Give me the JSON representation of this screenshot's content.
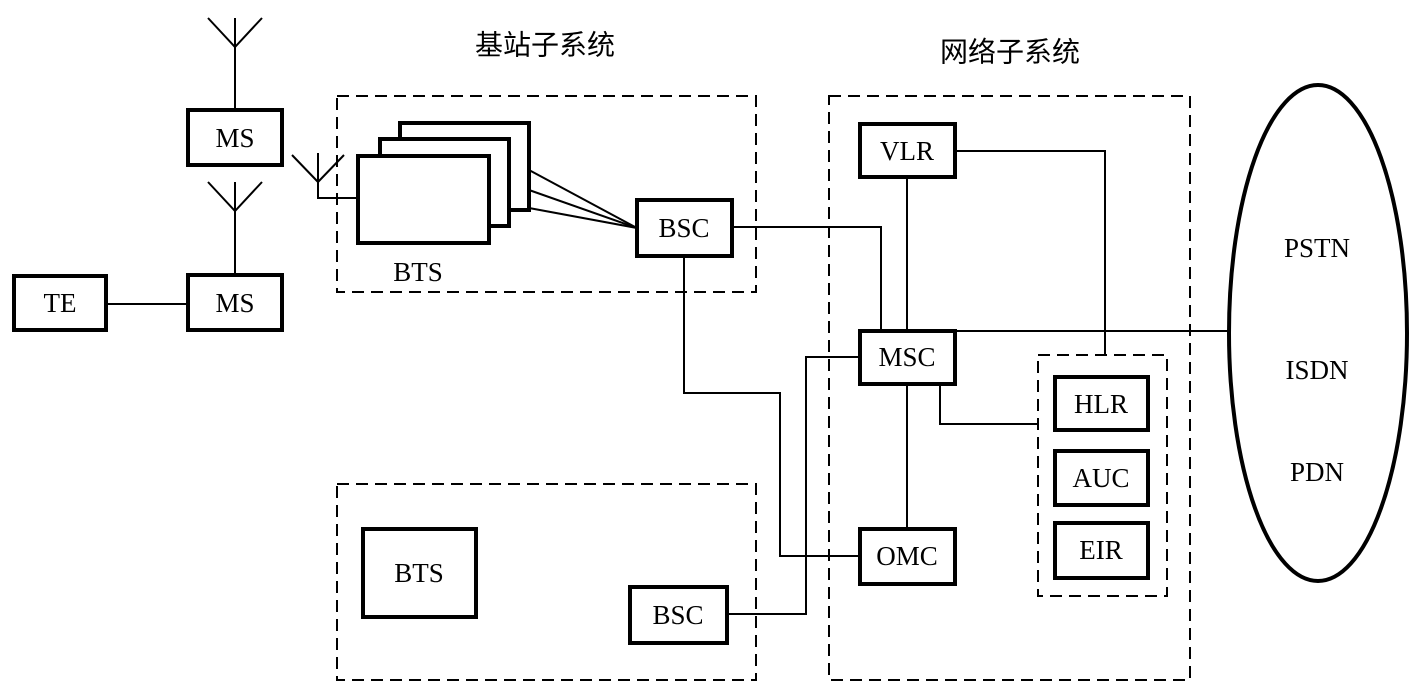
{
  "titles": {
    "base_station_subsystem": "基站子系统",
    "network_subsystem": "网络子系统"
  },
  "nodes": {
    "ms_top": "MS",
    "ms_bottom": "MS",
    "te": "TE",
    "bts_top": "BTS",
    "bsc_top": "BSC",
    "bts_bottom": "BTS",
    "bsc_bottom": "BSC",
    "vlr": "VLR",
    "msc": "MSC",
    "omc": "OMC",
    "hlr": "HLR",
    "auc": "AUC",
    "eir": "EIR"
  },
  "external_networks": [
    "PSTN",
    "ISDN",
    "PDN"
  ],
  "colors": {
    "stroke": "#000000",
    "background": "#ffffff"
  }
}
